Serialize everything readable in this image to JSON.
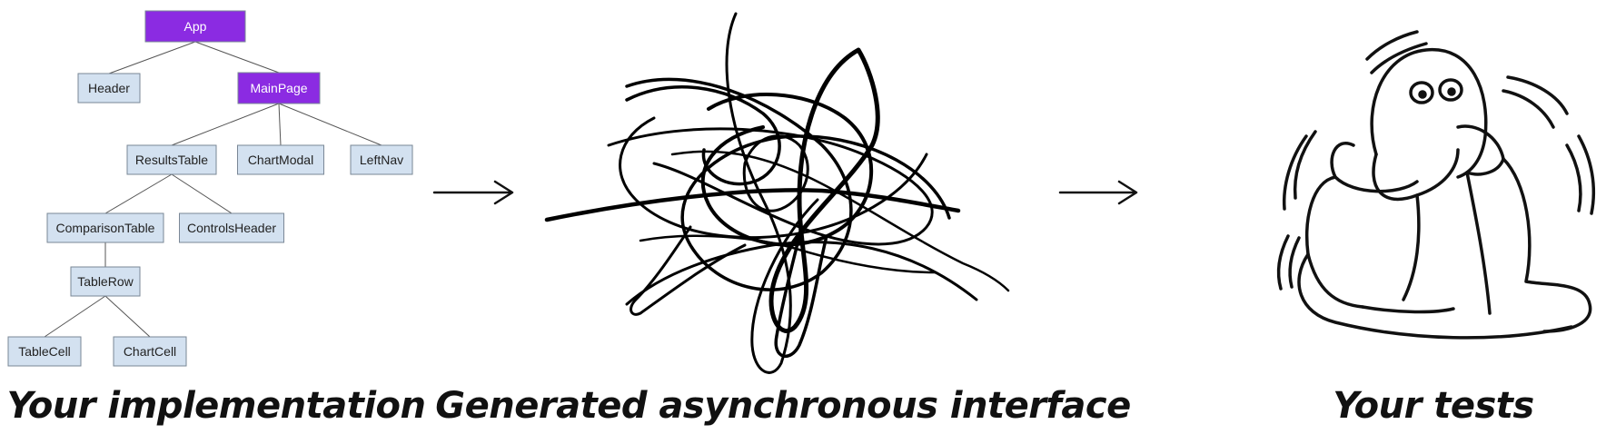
{
  "colors": {
    "highlight_node_fill": "#8b2be2",
    "highlight_node_text": "#ffffff",
    "normal_node_fill": "#d3e1f0",
    "normal_node_text": "#222222"
  },
  "tree": {
    "nodes": [
      {
        "id": "app",
        "label": "App",
        "highlight": true
      },
      {
        "id": "header",
        "label": "Header",
        "highlight": false
      },
      {
        "id": "mainpage",
        "label": "MainPage",
        "highlight": true
      },
      {
        "id": "resultstable",
        "label": "ResultsTable",
        "highlight": false
      },
      {
        "id": "chartmodal",
        "label": "ChartModal",
        "highlight": false
      },
      {
        "id": "leftnav",
        "label": "LeftNav",
        "highlight": false
      },
      {
        "id": "comparisontable",
        "label": "ComparisonTable",
        "highlight": false
      },
      {
        "id": "controlsheader",
        "label": "ControlsHeader",
        "highlight": false
      },
      {
        "id": "tablerow",
        "label": "TableRow",
        "highlight": false
      },
      {
        "id": "tablecell",
        "label": "TableCell",
        "highlight": false
      },
      {
        "id": "chartcell",
        "label": "ChartCell",
        "highlight": false
      }
    ],
    "edges": [
      [
        "app",
        "header"
      ],
      [
        "app",
        "mainpage"
      ],
      [
        "mainpage",
        "resultstable"
      ],
      [
        "mainpage",
        "chartmodal"
      ],
      [
        "mainpage",
        "leftnav"
      ],
      [
        "resultstable",
        "comparisontable"
      ],
      [
        "resultstable",
        "controlsheader"
      ],
      [
        "comparisontable",
        "tablerow"
      ],
      [
        "tablerow",
        "tablecell"
      ],
      [
        "tablerow",
        "chartcell"
      ]
    ]
  },
  "captions": {
    "implementation": "Your implementation",
    "interface": "Generated asynchronous interface",
    "tests": "Your tests"
  },
  "icons": {
    "arrow_1": "right-arrow-icon",
    "arrow_2": "right-arrow-icon",
    "scribble": "tangled-scribble-illustration",
    "scared": "scared-figure-illustration"
  }
}
